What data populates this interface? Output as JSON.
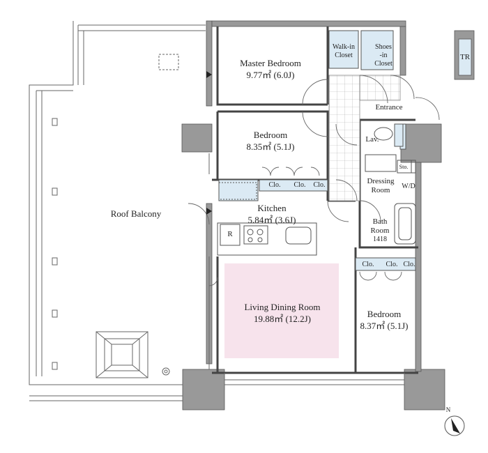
{
  "rooms": {
    "master_bedroom": {
      "name": "Master Bedroom",
      "area": "9.77㎡ (6.0J)"
    },
    "bedroom_1": {
      "name": "Bedroom",
      "area": "8.35㎡ (5.1J)"
    },
    "kitchen": {
      "name": "Kitchen",
      "area": "5.84㎡ (3.6J)"
    },
    "living_dining": {
      "name": "Living Dining Room",
      "area": "19.88㎡ (12.2J)"
    },
    "bedroom_2": {
      "name": "Bedroom",
      "area": "8.37㎡ (5.1J)"
    },
    "roof_balcony": {
      "name": "Roof Balcony"
    },
    "entrance": {
      "name": "Entrance"
    },
    "lav": {
      "name": "Lav."
    },
    "dressing_room": {
      "line1": "Dressing",
      "line2": "Room"
    },
    "bath_room": {
      "line1": "Bath",
      "line2": "Room",
      "size": "1418"
    },
    "walk_in_closet": {
      "line1": "Walk-in",
      "line2": "Closet"
    },
    "shoes_in_closet": {
      "line1": "Shoes",
      "line2": "-in",
      "line3": "Closet"
    }
  },
  "fixtures": {
    "clo": "Clo.",
    "refrigerator": "R",
    "washer_dryer": "W/D",
    "storage": "Sto.",
    "trunk_room": "TR"
  },
  "compass": {
    "label": "N"
  },
  "colors": {
    "closet_fill": "#dbeaf4",
    "ldr_fill": "#f7e3ec",
    "wall_fill": "#999999",
    "line": "#555555"
  }
}
